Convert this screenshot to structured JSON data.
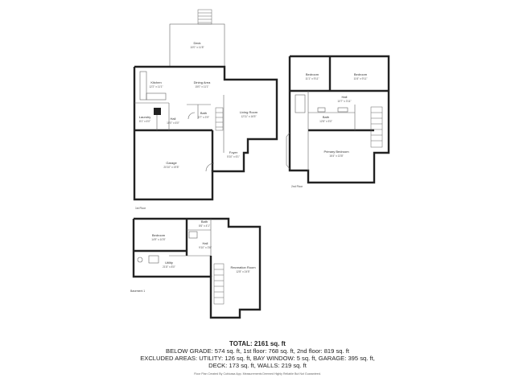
{
  "floors": {
    "first": {
      "tag": "1st Floor"
    },
    "second": {
      "tag": "2nd Floor"
    },
    "basement": {
      "tag": "Basement 1"
    }
  },
  "rooms": {
    "deck": {
      "name": "Deck",
      "dims": "10'0\" x 11'8\""
    },
    "kitchen": {
      "name": "Kitchen",
      "dims": "12'2\" x 11'1\""
    },
    "dining": {
      "name": "Dining Area",
      "dims": "15'0\" x 11'1\""
    },
    "living": {
      "name": "Living Room",
      "dims": "12'11\" x 16'5\""
    },
    "laundry": {
      "name": "Laundry",
      "dims": "8'1\" x 6'0\""
    },
    "hall1": {
      "name": "Hall",
      "dims": "10'0\" x 6'0\""
    },
    "bath1": {
      "name": "Bath",
      "dims": "5'7\" x 3'9\""
    },
    "foyer": {
      "name": "Foyer",
      "dims": "5'10\" x 6'1\""
    },
    "garage": {
      "name": "Garage",
      "dims": "20'10\" x 19'8\""
    },
    "bed2a": {
      "name": "Bedroom",
      "dims": "11'1\" x 9'11\""
    },
    "bed2b": {
      "name": "Bedroom",
      "dims": "11'6\" x 9'11\""
    },
    "hall2": {
      "name": "Hall",
      "dims": "10'7\" x 3'11\""
    },
    "bath2": {
      "name": "Bath",
      "dims": "12'8\" x 5'0\""
    },
    "primary": {
      "name": "Primary Bedroom",
      "dims": "16'4\" x 13'8\""
    },
    "bedB": {
      "name": "Bedroom",
      "dims": "14'9\" x 10'5\""
    },
    "bathB": {
      "name": "Bath",
      "dims": "8'6\" x 4'1\""
    },
    "hallB": {
      "name": "Hall",
      "dims": "9'10\" x 3'6\""
    },
    "utility": {
      "name": "Utility",
      "dims": "21'8\" x 8'0\""
    },
    "rec": {
      "name": "Recreation Room",
      "dims": "12'8\" x 24'5\""
    }
  },
  "summary": {
    "total": "TOTAL: 2161 sq. ft",
    "line1": "BELOW GRADE: 574 sq. ft, 1st floor: 768 sq. ft, 2nd floor: 819 sq. ft",
    "line2": "EXCLUDED AREAS: UTILITY: 126 sq. ft, BAY WINDOW: 5 sq. ft, GARAGE: 395 sq. ft,",
    "line3": "DECK: 173 sq. ft, WALLS: 219 sq. ft",
    "credit": "Floor Plan Created By Cubicasa App. Measurements Deemed Highly Reliable But Not Guaranteed."
  },
  "colors": {
    "wall": "#222222",
    "fixture": "#666666",
    "background": "#ffffff"
  }
}
